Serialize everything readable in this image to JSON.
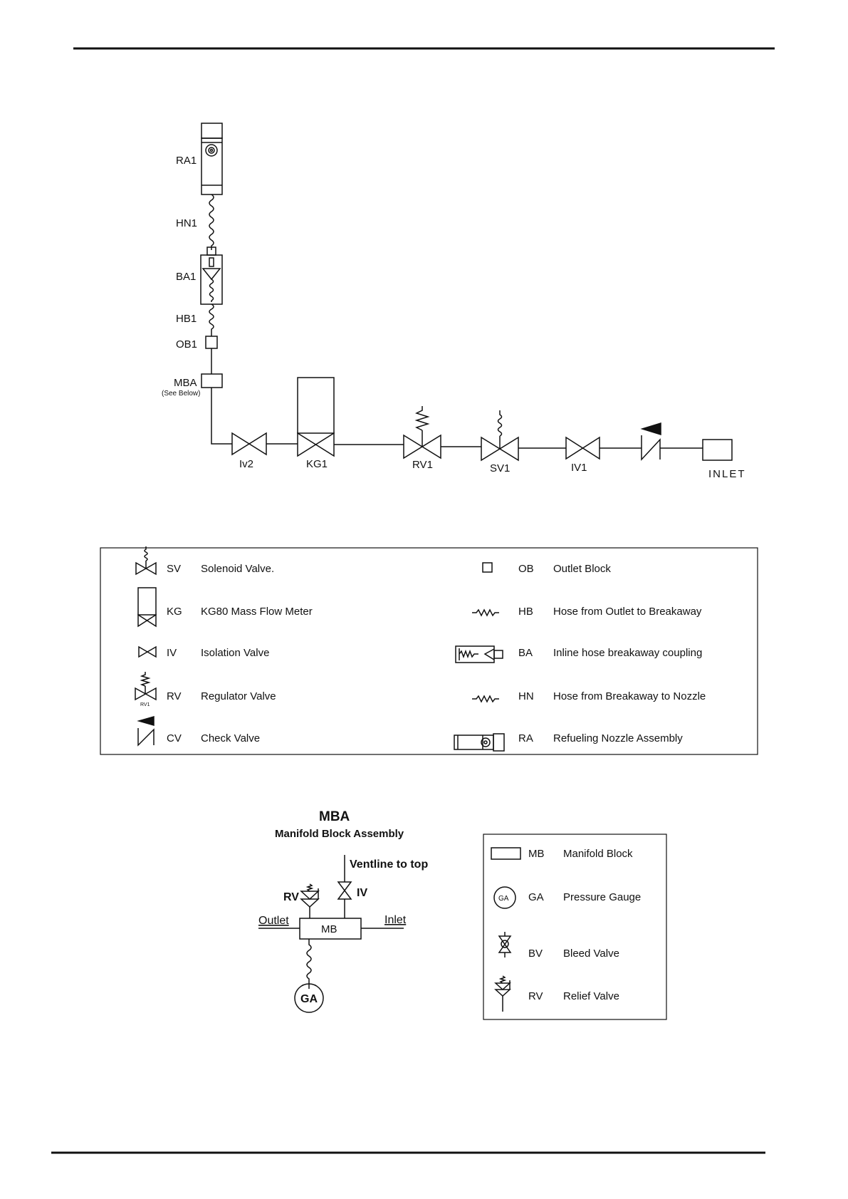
{
  "diagram": {
    "components": {
      "ra1": "RA1",
      "hn1": "HN1",
      "ba1": "BA1",
      "hb1": "HB1",
      "ob1": "OB1",
      "mba": "MBA",
      "mba_note": "(See Below)",
      "iv2": "Iv2",
      "kg1": "KG1",
      "rv1": "RV1",
      "sv1": "SV1",
      "iv1": "IV1",
      "inlet": "INLET"
    }
  },
  "legend": {
    "items": [
      {
        "code": "SV",
        "description": "Solenoid Valve."
      },
      {
        "code": "KG",
        "description": "KG80 Mass Flow Meter"
      },
      {
        "code": "IV",
        "description": "Isolation Valve"
      },
      {
        "code": "RV",
        "description": "Regulator Valve",
        "symbol_text": "RV1"
      },
      {
        "code": "CV",
        "description": "Check Valve"
      },
      {
        "code": "OB",
        "description": "Outlet Block"
      },
      {
        "code": "HB",
        "description": "Hose from Outlet to Breakaway"
      },
      {
        "code": "BA",
        "description": "Inline hose breakaway coupling"
      },
      {
        "code": "HN",
        "description": "Hose from Breakaway to Nozzle"
      },
      {
        "code": "RA",
        "description": "Refueling Nozzle Assembly"
      }
    ]
  },
  "mba_detail": {
    "title": "MBA",
    "subtitle": "Manifold Block Assembly",
    "ventline": "Ventline to top",
    "rv": "RV",
    "iv": "IV",
    "outlet": "Outlet",
    "inlet": "Inlet",
    "mb": "MB",
    "ga": "GA"
  },
  "mba_legend": {
    "items": [
      {
        "code": "MB",
        "description": "Manifold Block"
      },
      {
        "code": "GA",
        "description": "Pressure Gauge",
        "symbol_text": "GA"
      },
      {
        "code": "BV",
        "description": "Bleed Valve"
      },
      {
        "code": "RV",
        "description": "Relief Valve"
      }
    ]
  }
}
